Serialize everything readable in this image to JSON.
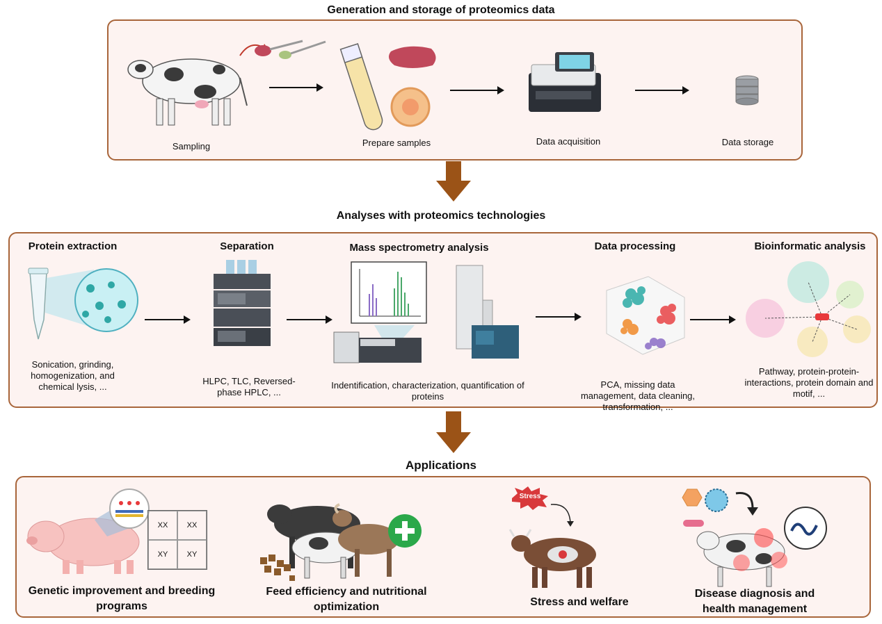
{
  "section1": {
    "title": "Generation and storage of proteomics data",
    "steps": [
      "Sampling",
      "Prepare samples",
      "Data acquisition",
      "Data storage"
    ]
  },
  "section2": {
    "title": "Analyses with proteomics technologies",
    "steps": [
      {
        "heading": "Protein extraction",
        "description": "Sonication, grinding, homogenization, and chemical lysis, ..."
      },
      {
        "heading": "Separation",
        "description": "HLPC, TLC, Reversed-phase HPLC, ..."
      },
      {
        "heading": "Mass spectrometry analysis",
        "description": "Indentification, characterization, quantification of proteins"
      },
      {
        "heading": "Data processing",
        "description": "PCA, missing data management, data cleaning, transformation, ..."
      },
      {
        "heading": "Bioinformatic analysis",
        "description": "Pathway, protein-protein-interactions, protein domain and motif, ..."
      }
    ]
  },
  "section3": {
    "title": "Applications",
    "items": [
      "Genetic improvement and breeding programs",
      "Feed efficiency and nutritional optimization",
      "Stress and welfare",
      "Disease diagnosis and health management"
    ],
    "punnett": [
      "XX",
      "XX",
      "XY",
      "XY"
    ],
    "stress_label": "Stress"
  },
  "colors": {
    "border": "#a8653a",
    "panel": "#fdf3f1",
    "big_arrow": "#9b5317"
  }
}
